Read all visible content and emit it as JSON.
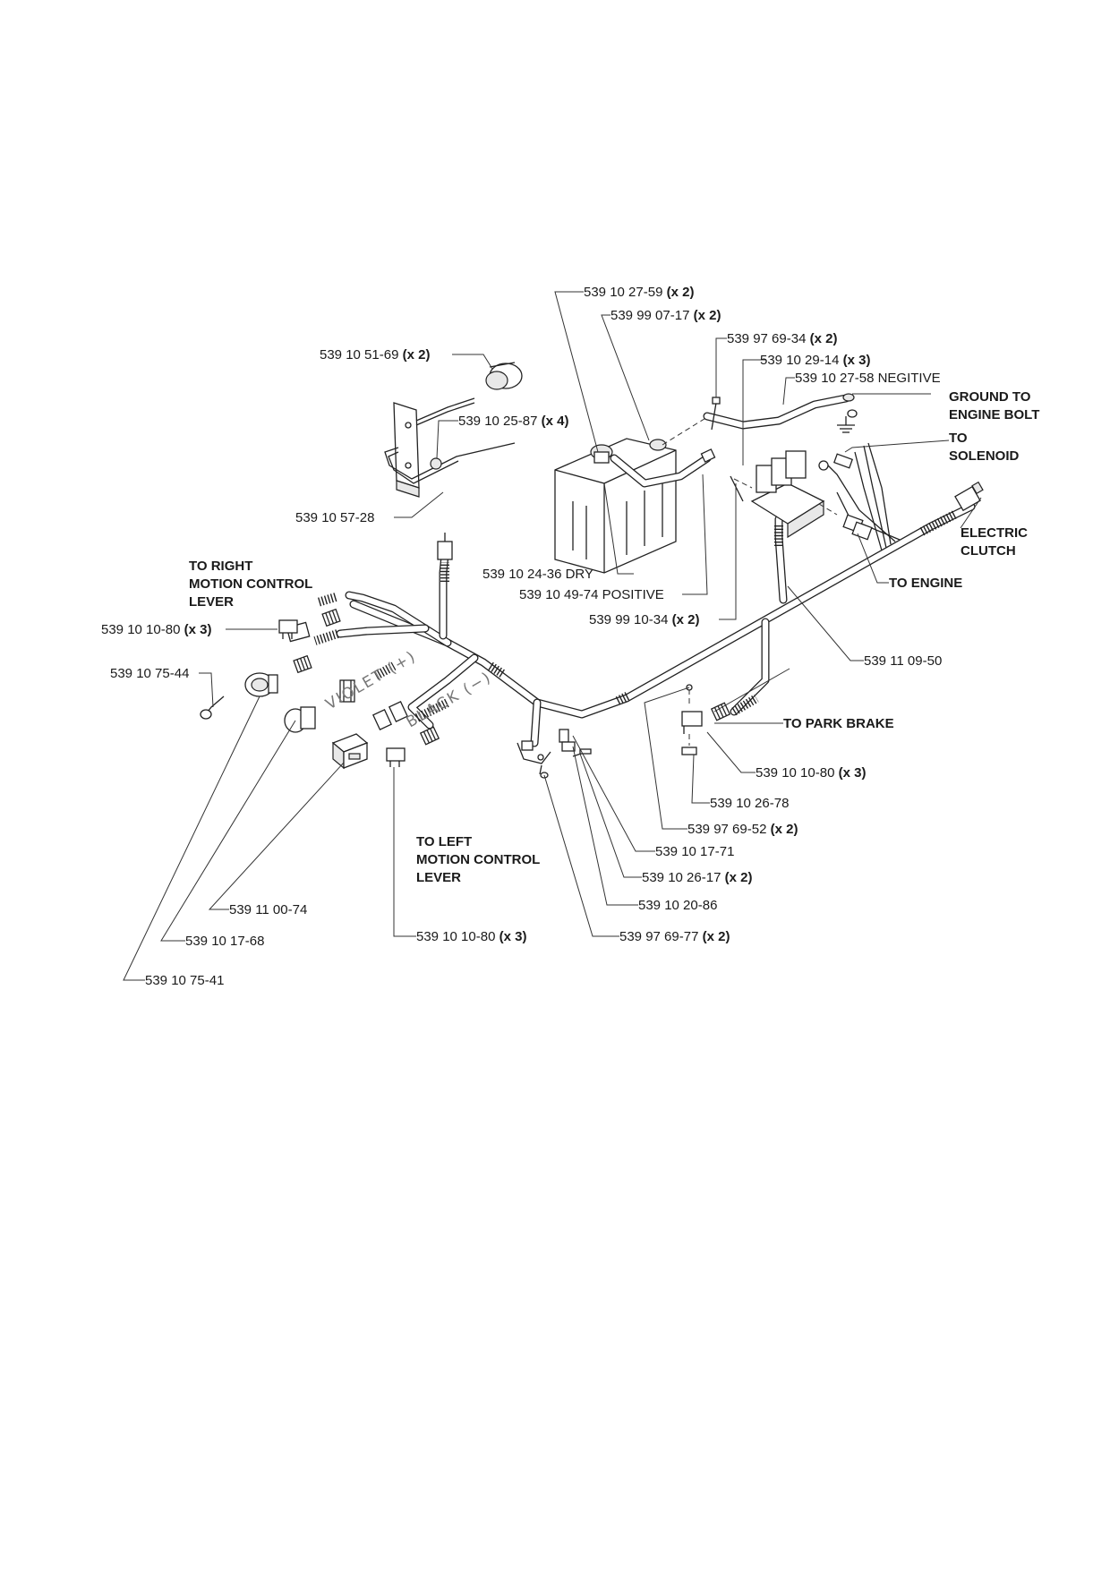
{
  "parts": {
    "p_10_27_59": {
      "num": "539 10 27-59",
      "qty": "(x 2)"
    },
    "p_99_07_17": {
      "num": "539 99 07-17",
      "qty": "(x 2)"
    },
    "p_97_69_34": {
      "num": "539 97 69-34",
      "qty": "(x 2)"
    },
    "p_10_29_14": {
      "num": "539 10 29-14",
      "qty": "(x 3)"
    },
    "p_10_27_58": {
      "num": "539 10 27-58 NEGITIVE"
    },
    "p_10_51_69": {
      "num": "539 10 51-69",
      "qty": "(x 2)"
    },
    "p_10_25_87": {
      "num": "539 10 25-87",
      "qty": "(x 4)"
    },
    "p_10_57_28": {
      "num": "539 10 57-28"
    },
    "p_10_24_36": {
      "num": "539 10 24-36 DRY"
    },
    "p_10_49_74": {
      "num": "539 10 49-74 POSITIVE"
    },
    "p_99_10_34": {
      "num": "539 99 10-34",
      "qty": "(x 2)"
    },
    "p_11_09_50": {
      "num": "539 11 09-50"
    },
    "p_10_10_80_a": {
      "num": "539 10 10-80",
      "qty": "(x 3)"
    },
    "p_10_75_44": {
      "num": "539 10 75-44"
    },
    "p_10_10_80_b": {
      "num": "539 10 10-80",
      "qty": "(x 3)"
    },
    "p_10_26_78": {
      "num": "539 10 26-78"
    },
    "p_97_69_52": {
      "num": "539 97 69-52",
      "qty": "(x 2)"
    },
    "p_10_17_71": {
      "num": "539 10 17-71"
    },
    "p_10_26_17": {
      "num": "539 10 26-17",
      "qty": "(x 2)"
    },
    "p_10_20_86": {
      "num": "539 10 20-86"
    },
    "p_97_69_77": {
      "num": "539 97 69-77",
      "qty": "(x 2)"
    },
    "p_11_00_74": {
      "num": "539 11 00-74"
    },
    "p_10_10_80_c": {
      "num": "539 10 10-80",
      "qty": "(x 3)"
    },
    "p_10_17_68": {
      "num": "539 10 17-68"
    },
    "p_10_75_41": {
      "num": "539 10 75-41"
    }
  },
  "callouts": {
    "ground_to_engine_bolt": [
      "GROUND TO",
      "ENGINE BOLT"
    ],
    "to_solenoid": [
      "TO",
      "SOLENOID"
    ],
    "electric_clutch": [
      "ELECTRIC",
      "CLUTCH"
    ],
    "to_engine": "TO ENGINE",
    "to_right_motion_control_lever": [
      "TO RIGHT",
      "MOTION CONTROL",
      "LEVER"
    ],
    "to_park_brake": "TO PARK BRAKE",
    "to_left_motion_control_lever": [
      "TO LEFT",
      "MOTION CONTROL",
      "LEVER"
    ]
  },
  "wire_labels": {
    "violet": "VIOLET (+)",
    "black": "BLACK (−)"
  }
}
